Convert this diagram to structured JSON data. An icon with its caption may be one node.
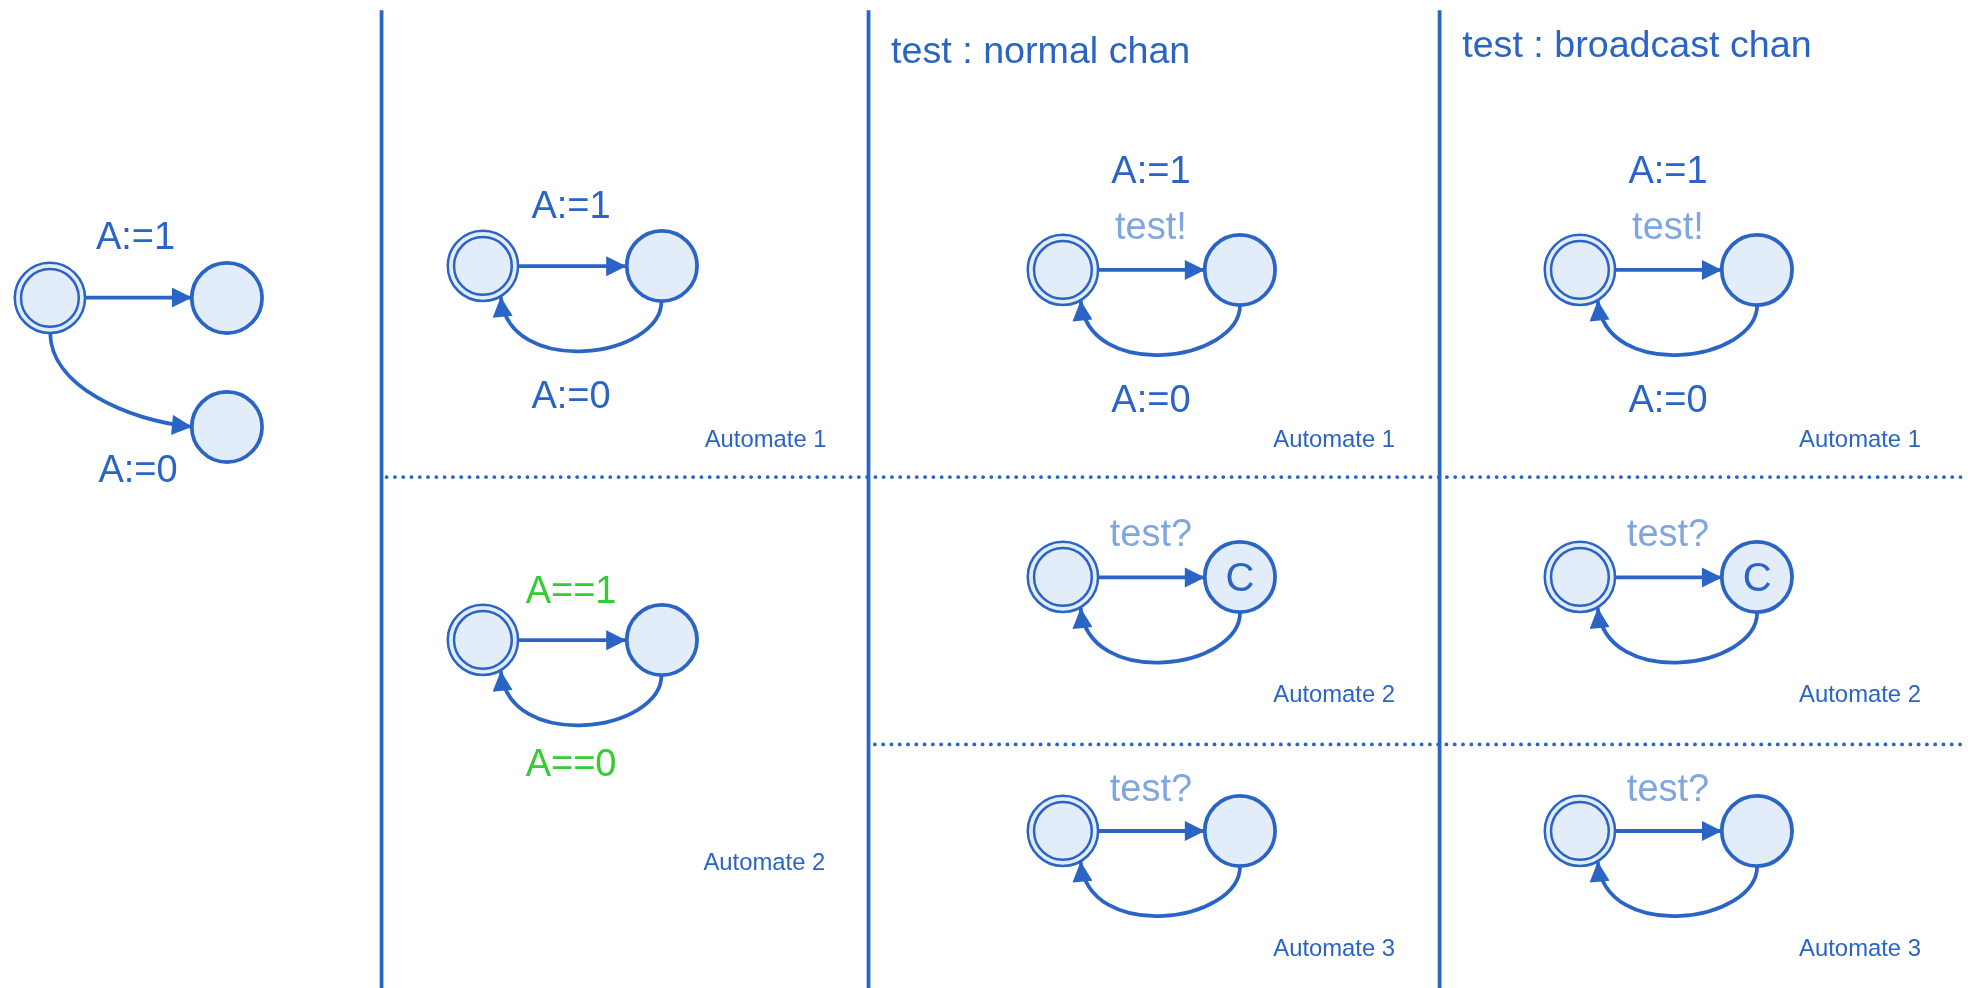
{
  "diagram": {
    "nodes": [
      {
        "text": [],
        "shape": "circle"
      },
      {
        "text": [],
        "shape": "circle"
      },
      {
        "text": [],
        "shape": "circle"
      },
      {
        "text": [],
        "shape": "circle"
      },
      {
        "text": [],
        "shape": "circle"
      },
      {
        "text": [],
        "shape": "circle"
      },
      {
        "text": [],
        "shape": "circle"
      },
      {
        "text": [],
        "shape": "circle"
      },
      {
        "text": [],
        "shape": "circle"
      },
      {
        "text": [],
        "shape": "circle"
      },
      {
        "text": [
          "C"
        ]
      },
      {
        "text": [],
        "shape": "circle"
      },
      {
        "text": [],
        "shape": "circle"
      },
      {
        "text": [],
        "shape": "circle"
      },
      {
        "text": [],
        "shape": "circle"
      },
      {
        "text": [],
        "shape": "circle"
      },
      {
        "text": [
          "C"
        ]
      },
      {
        "text": [],
        "shape": "circle"
      },
      {
        "text": [],
        "shape": "circle"
      }
    ],
    "edges": [
      {
        "from": 0,
        "to": 1,
        "arrow": "to",
        "label": "A:=1"
      },
      {
        "from": 0,
        "to": 2,
        "arrow": "to",
        "label": "A:=0"
      },
      {
        "from": 3,
        "to": 4,
        "arrow": "to",
        "label": "A:=1"
      },
      {
        "from": 4,
        "to": 3,
        "arrow": "to",
        "label": "A:=0"
      },
      {
        "from": 5,
        "to": 6,
        "arrow": "to",
        "label": "A==1"
      },
      {
        "from": 6,
        "to": 5,
        "arrow": "to",
        "label": "A==0"
      },
      {
        "from": 7,
        "to": 8,
        "arrow": "to",
        "label": "A:=1 test!"
      },
      {
        "from": 8,
        "to": 7,
        "arrow": "to",
        "label": "A:=0"
      },
      {
        "from": 9,
        "to": 10,
        "arrow": "to",
        "label": "test?"
      },
      {
        "from": 10,
        "to": 9,
        "arrow": "to"
      },
      {
        "from": 11,
        "to": 12,
        "arrow": "to",
        "label": "test?"
      },
      {
        "from": 12,
        "to": 11,
        "arrow": "to"
      },
      {
        "from": 13,
        "to": 14,
        "arrow": "to",
        "label": "A:=1 test!"
      },
      {
        "from": 14,
        "to": 13,
        "arrow": "to",
        "label": "A:=0"
      },
      {
        "from": 15,
        "to": 16,
        "arrow": "to",
        "label": "test?"
      },
      {
        "from": 16,
        "to": 15,
        "arrow": "to"
      },
      {
        "from": 17,
        "to": 18,
        "arrow": "to",
        "label": "test?"
      },
      {
        "from": 18,
        "to": 17,
        "arrow": "to"
      }
    ],
    "labels": [
      "test : normal chan",
      "test : broadcast chan",
      "Automate 1",
      "Automate 1",
      "Automate 1",
      "Automate 2",
      "Automate 2",
      "Automate 2",
      "Automate 3",
      "Automate 3"
    ]
  }
}
